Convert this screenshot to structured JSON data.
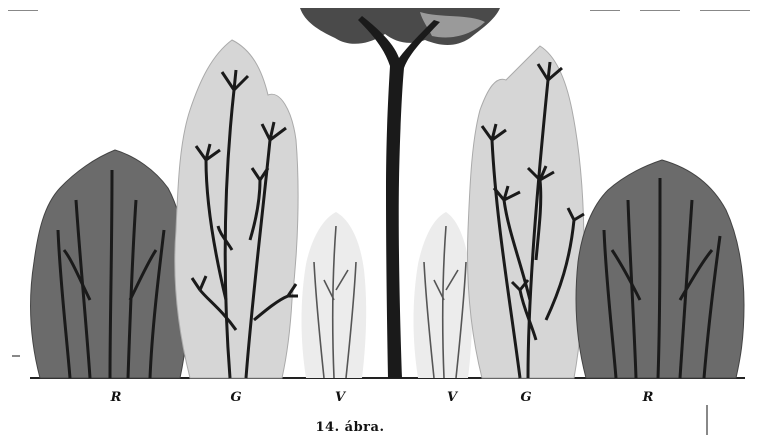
{
  "figure": {
    "caption": "14. ábra.",
    "tree_labels": [
      "R",
      "G",
      "V",
      "V",
      "G",
      "R"
    ]
  },
  "colors": {
    "ink": "#1a1a1a",
    "dark_crown": "#6b6b6b",
    "light_crown": "#d6d6d6",
    "faint_crown": "#ececec",
    "tall_crown": "#4a4a4a"
  }
}
